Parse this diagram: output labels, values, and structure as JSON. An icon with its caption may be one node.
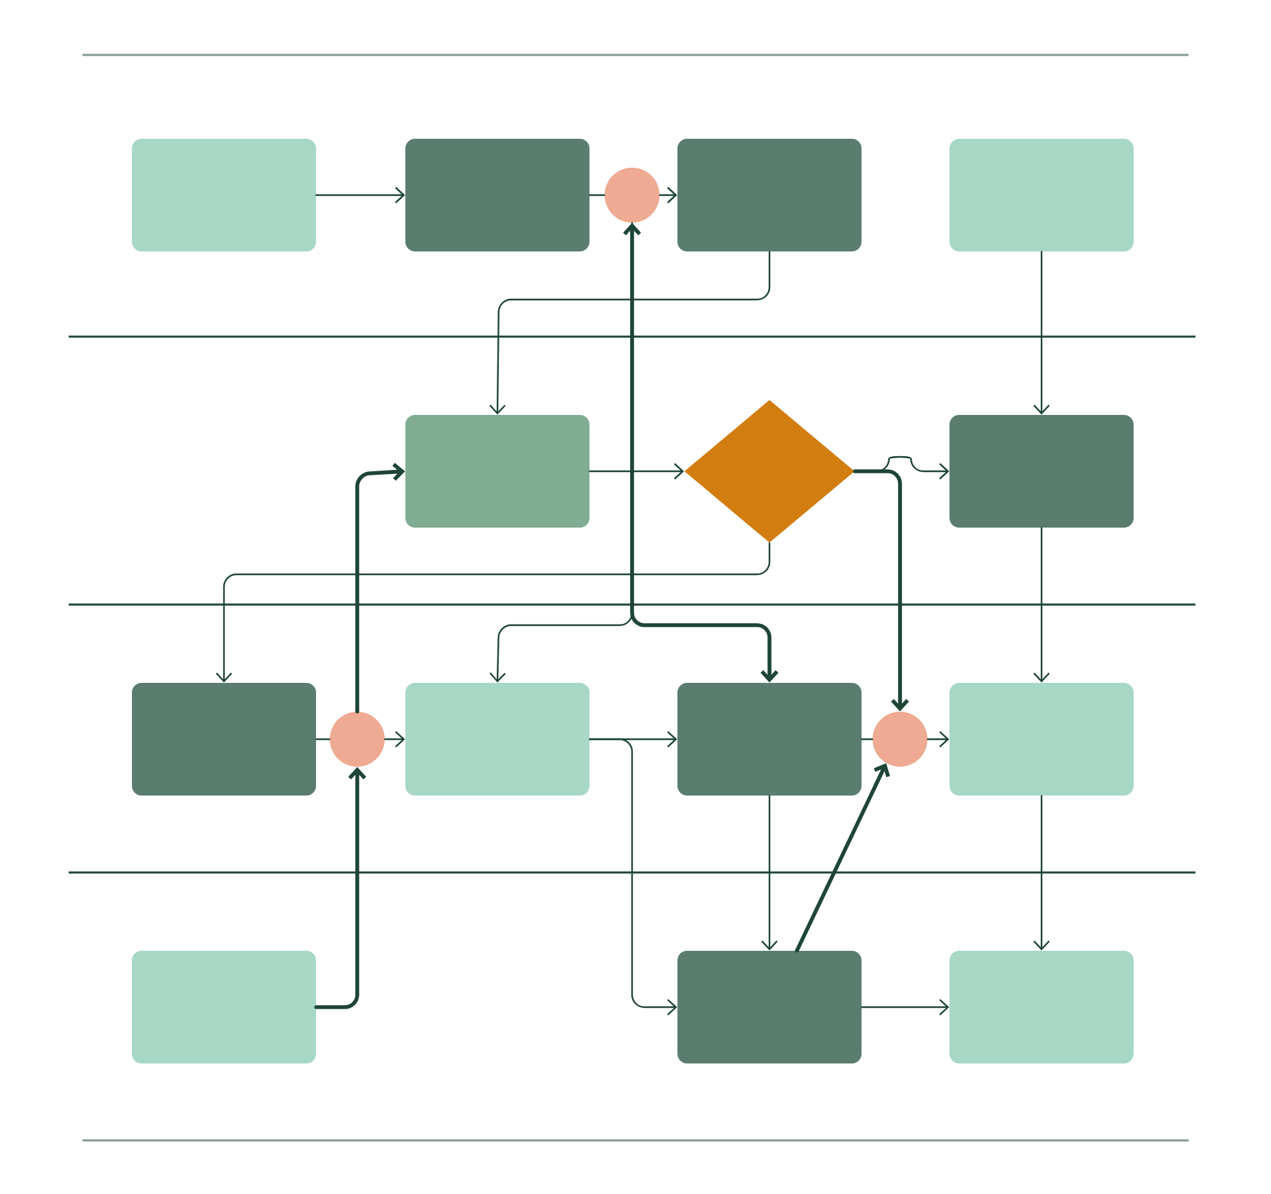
{
  "diagram": {
    "nodes": [
      {
        "text": [],
        "shape": "box"
      },
      {
        "text": [],
        "shape": "box"
      },
      {
        "text": [],
        "shape": "circle"
      },
      {
        "text": [],
        "shape": "box"
      },
      {
        "text": [],
        "shape": "box"
      },
      {
        "text": [],
        "shape": "box"
      },
      {
        "text": [],
        "shape": "diamond"
      },
      {
        "text": [],
        "shape": "box"
      },
      {
        "text": [],
        "shape": "box"
      },
      {
        "text": [],
        "shape": "circle"
      },
      {
        "text": [],
        "shape": "box"
      },
      {
        "text": [],
        "shape": "box"
      },
      {
        "text": [],
        "shape": "circle"
      },
      {
        "text": [],
        "shape": "box"
      },
      {
        "text": [],
        "shape": "box"
      },
      {
        "text": [],
        "shape": "box"
      },
      {
        "text": [],
        "shape": "box"
      }
    ],
    "edges": [
      {
        "from": 0,
        "to": 1,
        "arrow": "to"
      },
      {
        "from": 1,
        "to": 2,
        "arrow": "none"
      },
      {
        "from": 2,
        "to": 11,
        "arrow": "both",
        "style": "thick"
      },
      {
        "from": 2,
        "to": 10,
        "arrow": "to"
      },
      {
        "from": 3,
        "to": 5,
        "arrow": "to"
      },
      {
        "from": 4,
        "to": 7,
        "arrow": "to"
      },
      {
        "from": 5,
        "to": 6,
        "arrow": "to"
      },
      {
        "from": 6,
        "to": 7,
        "arrow": "to"
      },
      {
        "from": 6,
        "to": 8,
        "arrow": "to"
      },
      {
        "from": 6,
        "to": 12,
        "arrow": "to",
        "style": "thick"
      },
      {
        "from": 7,
        "to": 13,
        "arrow": "to"
      },
      {
        "from": 8,
        "to": 9,
        "arrow": "none"
      },
      {
        "from": 14,
        "to": 9,
        "arrow": "to",
        "style": "thick"
      },
      {
        "from": 9,
        "to": 5,
        "arrow": "to",
        "style": "thick"
      },
      {
        "from": 10,
        "to": 11,
        "arrow": "to"
      },
      {
        "from": 10,
        "to": 15,
        "arrow": "to"
      },
      {
        "from": 11,
        "to": 12,
        "arrow": "none"
      },
      {
        "from": 11,
        "to": 15,
        "arrow": "to"
      },
      {
        "from": 15,
        "to": 12,
        "arrow": "to",
        "style": "thick"
      },
      {
        "from": 13,
        "to": 16,
        "arrow": "to"
      },
      {
        "from": 15,
        "to": 16,
        "arrow": "to"
      },
      {
        "from": 2,
        "to": 3,
        "arrow": "to"
      },
      {
        "from": 9,
        "to": 10,
        "arrow": "to"
      },
      {
        "from": 12,
        "to": 13,
        "arrow": "to"
      }
    ]
  }
}
